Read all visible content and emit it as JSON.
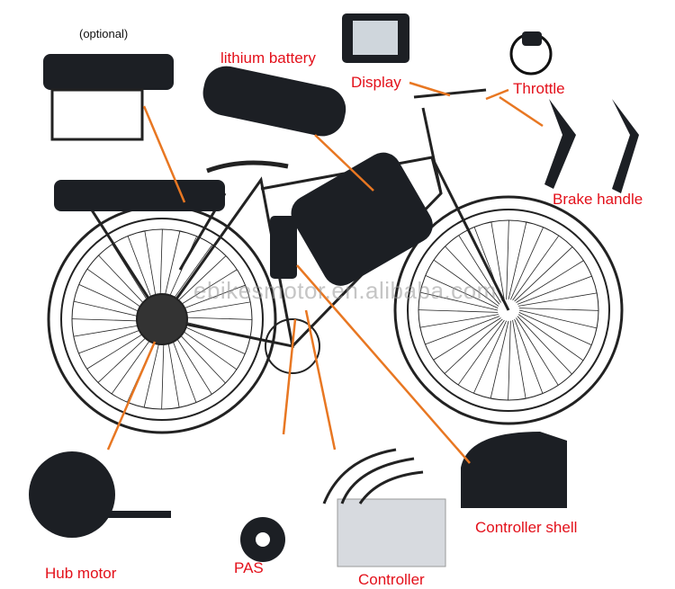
{
  "labels": {
    "optional": "(optional)",
    "lithium_battery": "lithium battery",
    "display": "Display",
    "throttle": "Throttle",
    "brake_handle": "Brake handle",
    "controller_shell": "Controller shell",
    "controller": "Controller",
    "pas": "PAS",
    "hub_motor": "Hub motor"
  },
  "watermark": "ebikesmotor.en.alibaba.com",
  "colors": {
    "label": "#e3101a",
    "leader_line": "#e87722",
    "component": "#1c1f24"
  }
}
